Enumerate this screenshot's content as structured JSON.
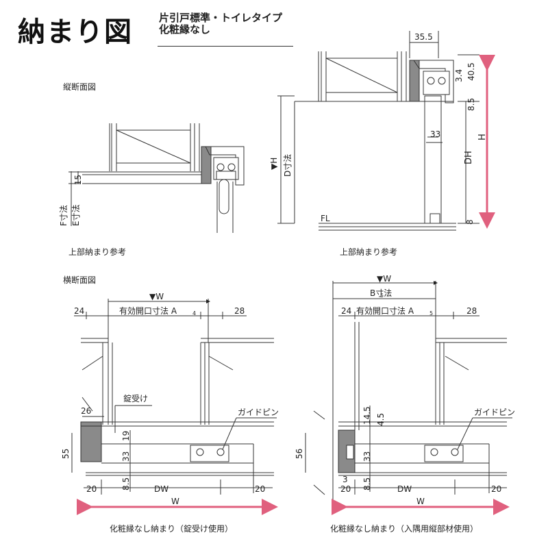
{
  "header": {
    "title": "納まり図",
    "subtitle_line1": "片引戸標準・トイレタイプ",
    "subtitle_line2": "化粧縁なし"
  },
  "sections": {
    "vertical_section": "縦断面図",
    "horizontal_section": "横断面図"
  },
  "captions": {
    "top_left": "上部納まり参考",
    "top_right": "上部納まり参考",
    "bottom_left": "化粧縁なし納まり（錠受け使用）",
    "bottom_right": "化粧縁なし納まり（入隅用縦部材使用）"
  },
  "dims_top_left": {
    "d15": "15",
    "f": "F寸法",
    "e": "E寸法"
  },
  "dims_top_right": {
    "d35_5": "35.5",
    "d40_5": "40.5",
    "d3_4": "3.4",
    "d8_5": "8.5",
    "d33": "33",
    "dh": "DH",
    "h_arrow": "▼H",
    "d_dim": "D寸法",
    "h": "H",
    "fl": "FL",
    "d8": "8"
  },
  "dims_bottom_left": {
    "w_top": "▼W",
    "open_a": "有効開口寸法 A",
    "open_a_sub": "4",
    "d24": "24",
    "d28": "28",
    "lock": "錠受け",
    "d26": "26",
    "guide": "ガイドピン",
    "d55": "55",
    "d19": "19",
    "d33": "33",
    "d8_5": "8.5",
    "d20_l": "20",
    "dw": "DW",
    "d20_r": "20",
    "w": "W"
  },
  "dims_bottom_right": {
    "w_top": "▼W",
    "b5": "B寸法",
    "b5_sub": "5",
    "open_a": "有効開口寸法 A",
    "open_a_sub": "5",
    "d24": "24",
    "d28": "28",
    "guide": "ガイドピン",
    "d14_5": "14.5",
    "d4_5": "4.5",
    "d56": "56",
    "d33": "33",
    "d3": "3",
    "d8_5": "8.5",
    "d20_l": "20",
    "dw": "DW",
    "d20_r": "20",
    "w": "W"
  },
  "colors": {
    "line": "#333333",
    "pink": "#e0607e",
    "fill_gray": "#8a8a8a"
  }
}
